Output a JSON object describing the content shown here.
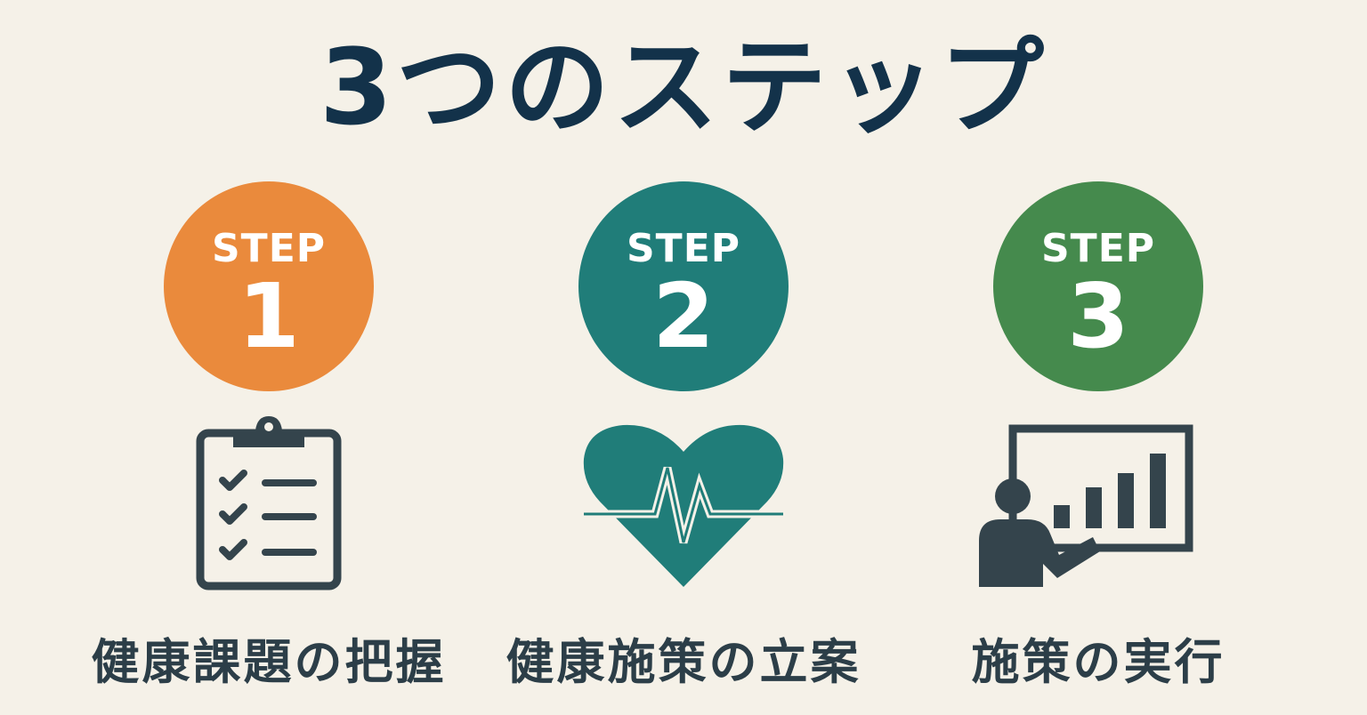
{
  "title": "3つのステップ",
  "colors": {
    "step1": "#ea8a3c",
    "step2": "#207d79",
    "step3": "#458a4d",
    "dark": "#34444c"
  },
  "steps": [
    {
      "badge": "STEP",
      "number": "1",
      "label": "健康課題の把握",
      "icon": "clipboard-checklist-icon"
    },
    {
      "badge": "STEP",
      "number": "2",
      "label": "健康施策の立案",
      "icon": "heartbeat-icon"
    },
    {
      "badge": "STEP",
      "number": "3",
      "label": "施策の実行",
      "icon": "presentation-chart-icon"
    }
  ]
}
